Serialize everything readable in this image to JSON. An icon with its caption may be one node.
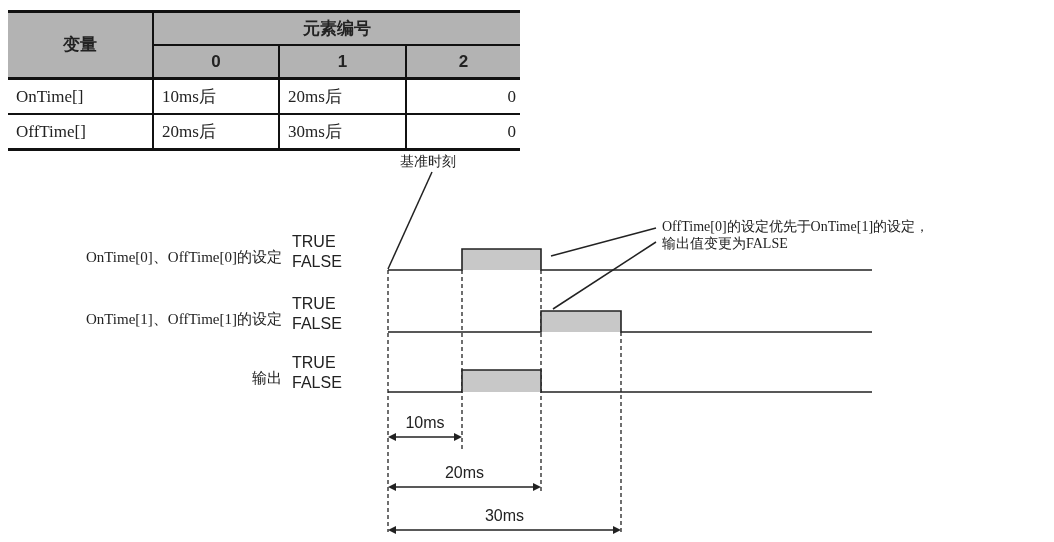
{
  "diagram": {
    "nodes": [
      {
        "text": [
          "基准时刻"
        ]
      },
      {
        "text": [
          "OffTime[0]的设定优先于OnTime[1]的设定，输出值变更为FALSE"
        ]
      },
      {
        "text": [],
        "shape": "line"
      },
      {
        "text": [],
        "shape": "line"
      },
      {
        "text": [],
        "shape": "line"
      }
    ],
    "edges": [
      {
        "from": 0,
        "to": 2,
        "arrow": "none"
      },
      {
        "from": 1,
        "to": 2,
        "arrow": "none"
      },
      {
        "from": 1,
        "to": 3,
        "arrow": "none"
      }
    ],
    "labels": [
      "变量",
      "元素编号",
      "0",
      "1",
      "2",
      "OnTime[]",
      "10ms后",
      "20ms后",
      "0",
      "OffTime[]",
      "20ms后",
      "30ms后",
      "0",
      "OnTime[0]、OffTime[0]的设定",
      "TRUE",
      "FALSE",
      "OnTime[1]、OffTime[1]的设定",
      "TRUE",
      "FALSE",
      "输出",
      "TRUE",
      "FALSE",
      "10ms",
      "20ms",
      "30ms"
    ]
  }
}
